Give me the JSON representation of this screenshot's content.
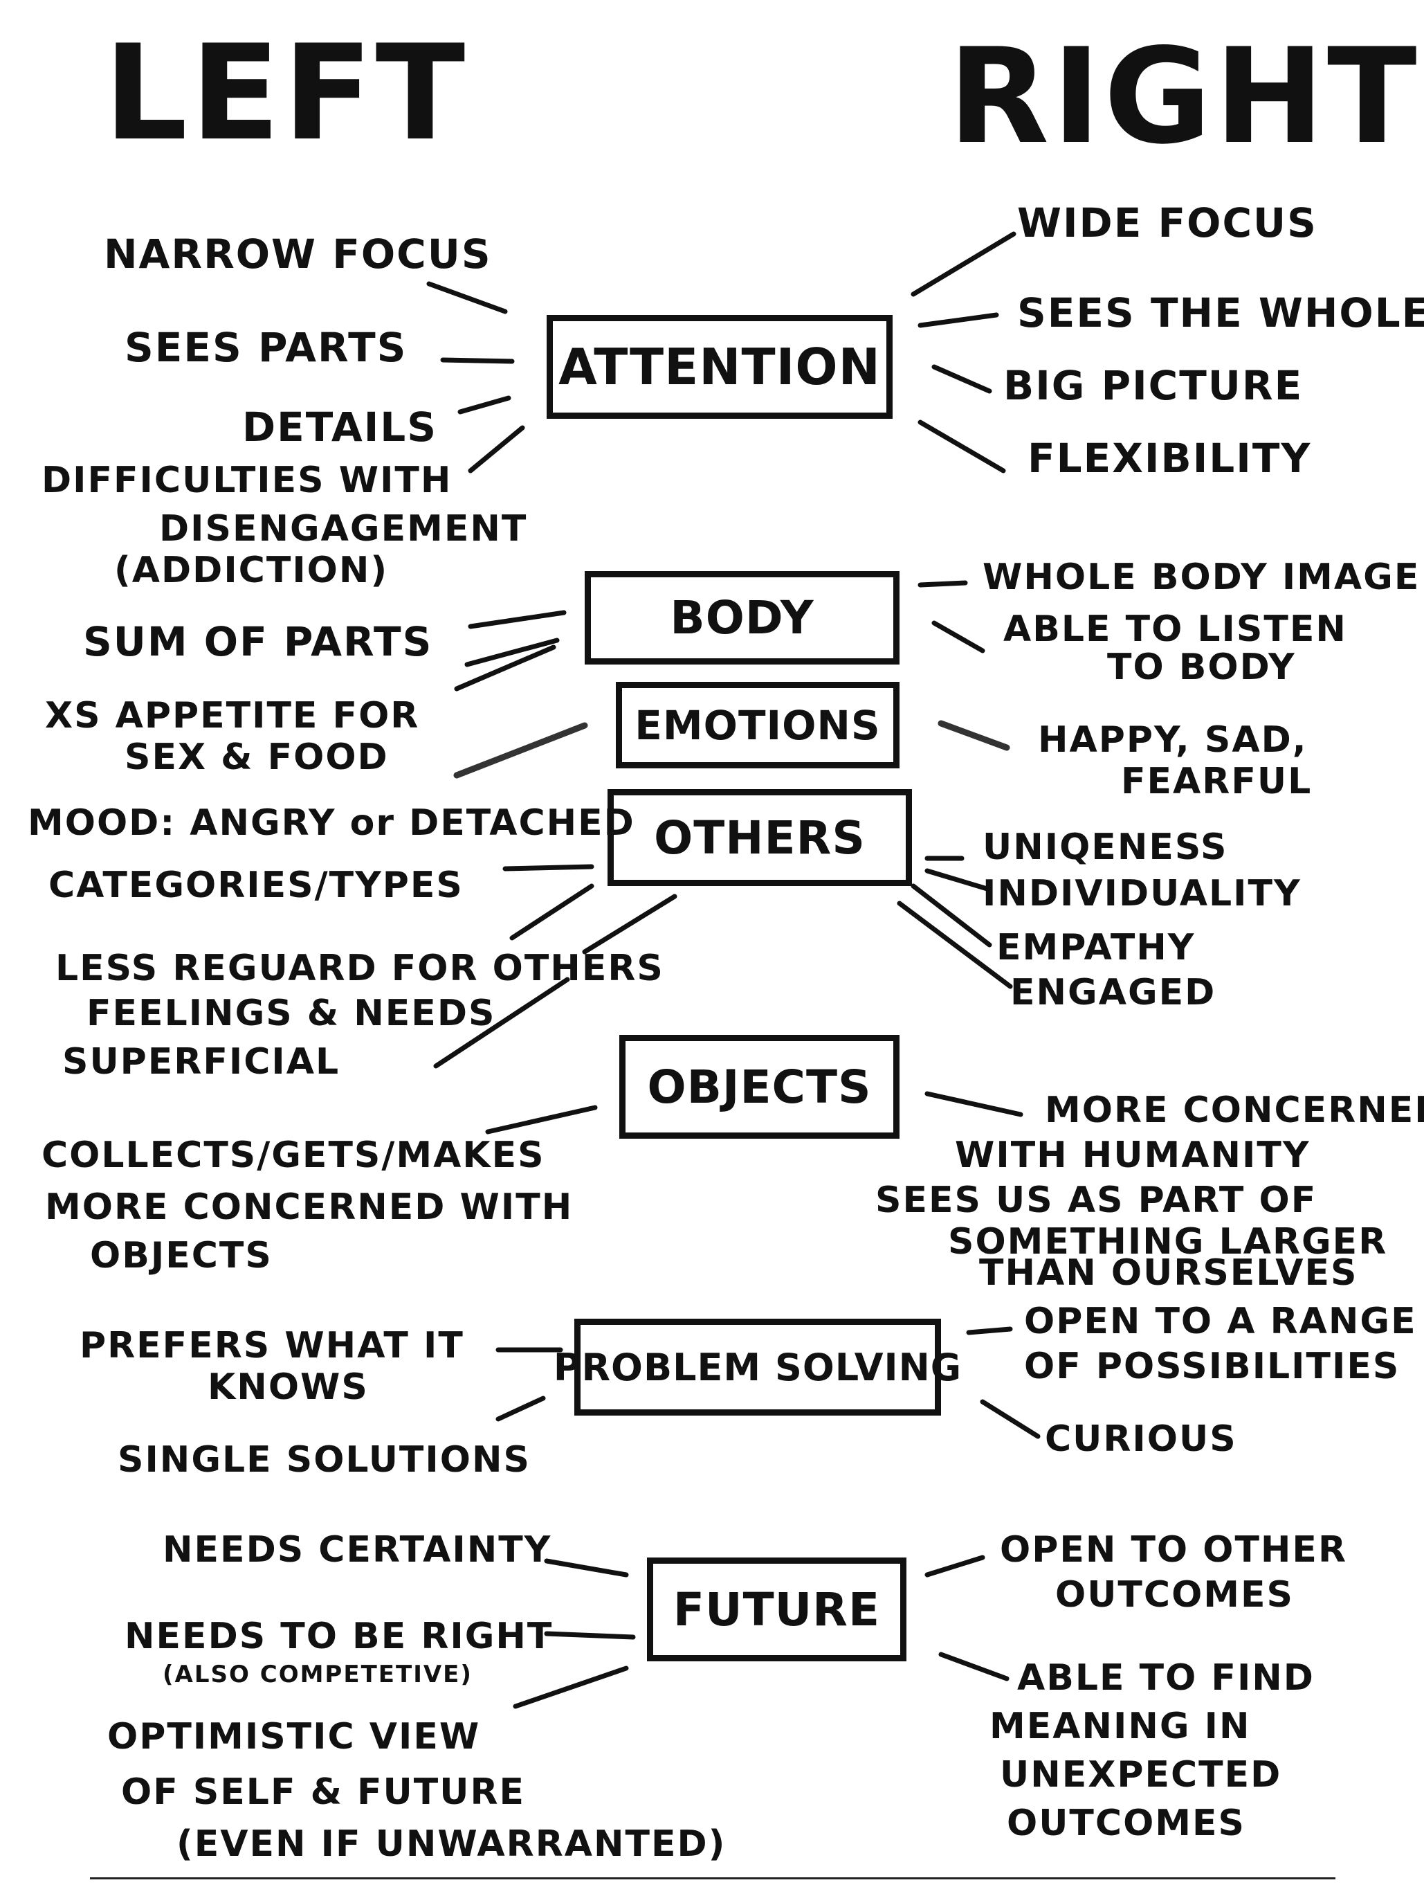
{
  "headings": {
    "left": "LEFT",
    "right": "RIGHT"
  },
  "nodes": [
    {
      "label": "ATTENTION",
      "left": [
        "NARROW FOCUS",
        "SEES PARTS",
        "DETAILS",
        "DIFFICULTIES WITH",
        "DISENGAGEMENT",
        "(ADDICTION)"
      ],
      "right": [
        "WIDE FOCUS",
        "SEES THE WHOLE",
        "BIG PICTURE",
        "FLEXIBILITY"
      ]
    },
    {
      "label": "BODY",
      "left": [
        "SUM OF PARTS",
        "XS APPETITE FOR",
        "SEX & FOOD"
      ],
      "right": [
        "WHOLE BODY IMAGE",
        "ABLE TO LISTEN",
        "TO BODY"
      ]
    },
    {
      "label": "EMOTIONS",
      "left": [],
      "right": [
        "HAPPY, SAD,",
        "FEARFUL"
      ]
    },
    {
      "label": "OTHERS",
      "left": [
        "MOOD: ANGRY or DETACHED",
        "CATEGORIES/TYPES",
        "LESS REGUARD FOR OTHERS",
        "FEELINGS & NEEDS",
        "SUPERFICIAL"
      ],
      "right": [
        "UNIQENESS",
        "INDIVIDUALITY",
        "EMPATHY",
        "ENGAGED"
      ]
    },
    {
      "label": "OBJECTS",
      "left": [
        "COLLECTS/GETS/MAKES",
        "MORE CONCERNED WITH",
        "OBJECTS"
      ],
      "right": [
        "MORE CONCERNED",
        "WITH HUMANITY",
        "SEES US AS PART OF",
        "SOMETHING LARGER",
        "THAN OURSELVES"
      ]
    },
    {
      "label": "PROBLEM SOLVING",
      "left": [
        "PREFERS WHAT IT",
        "KNOWS",
        "SINGLE SOLUTIONS"
      ],
      "right": [
        "OPEN TO A RANGE",
        "OF POSSIBILITIES",
        "CURIOUS"
      ]
    },
    {
      "label": "FUTURE",
      "left": [
        "NEEDS CERTAINTY",
        "NEEDS TO BE RIGHT",
        "(ALSO COMPETETIVE)",
        "OPTIMISTIC VIEW",
        "OF SELF & FUTURE",
        "(EVEN IF UNWARRANTED)"
      ],
      "right": [
        "OPEN TO OTHER",
        "OUTCOMES",
        "ABLE TO FIND",
        "MEANING IN",
        "UNEXPECTED",
        "OUTCOMES"
      ]
    }
  ]
}
